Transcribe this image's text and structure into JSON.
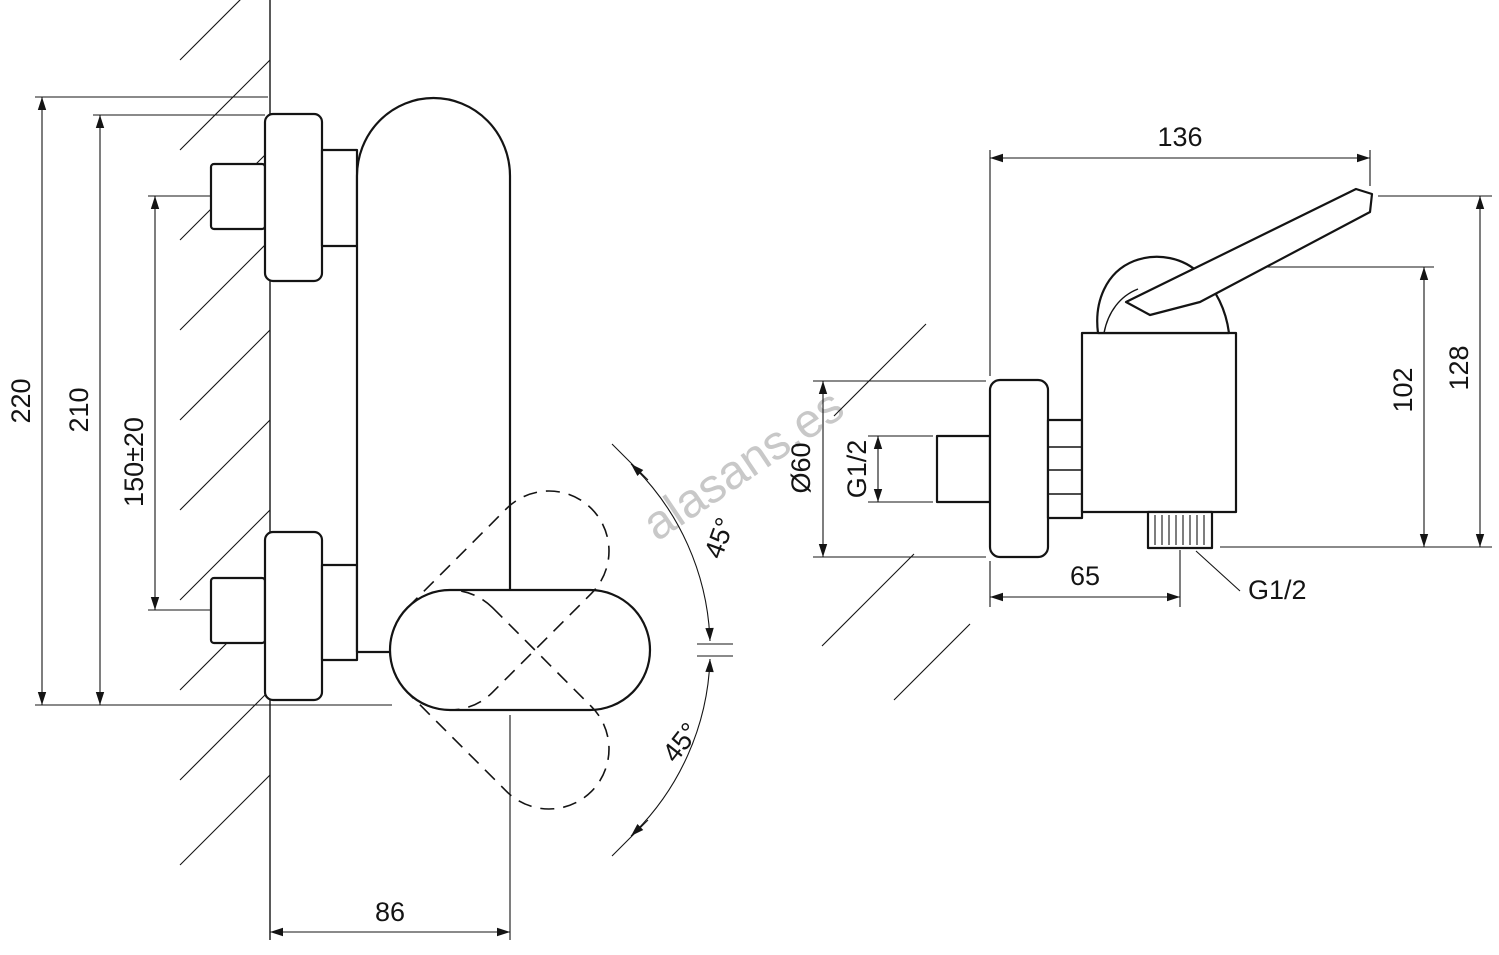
{
  "watermark": "alasans.es",
  "side_view": {
    "dim_total_height": "220",
    "dim_escutcheon_height": "210",
    "dim_connection_spacing": "150±20",
    "dim_depth": "86",
    "angle_up": "45°",
    "angle_down": "45°"
  },
  "front_view": {
    "dim_width": "136",
    "dim_height_total": "128",
    "dim_height_body": "102",
    "dim_escutcheon_diameter": "Ø60",
    "dim_inlet_thread": "G1/2",
    "dim_outlet_offset": "65",
    "dim_outlet_thread": "G1/2"
  }
}
